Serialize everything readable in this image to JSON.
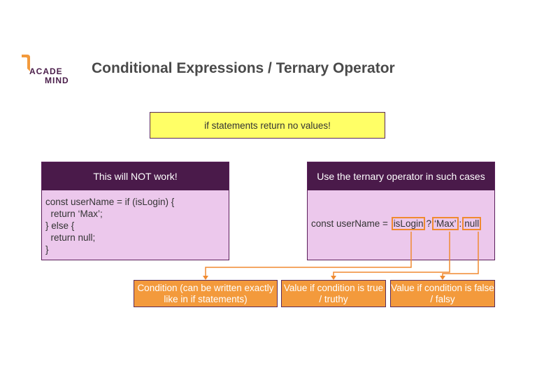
{
  "logo": {
    "line1": "ACADE",
    "line2": "MIND"
  },
  "title": "Conditional Expressions / Ternary Operator",
  "note": "if statements return no values!",
  "left_card": {
    "header": "This will NOT work!",
    "code": "const userName = if (isLogin) {\n  return ‘Max’;\n} else {\n  return null;\n}"
  },
  "right_card": {
    "header": "Use the ternary operator in such cases",
    "expr_prefix": "const userName = ",
    "condition": "isLogin",
    "q": "?",
    "true_value": "‘Max’",
    "colon": ":",
    "false_value": "null"
  },
  "labels": {
    "condition": "Condition (can be written exactly like in if statements)",
    "true_value": "Value if condition is true / truthy",
    "false_value": "Value if condition is false / falsy"
  },
  "colors": {
    "accent_orange": "#f39a3c",
    "header_purple": "#4a1a4a",
    "card_pink": "#ecc8ec",
    "note_yellow": "#ffff66"
  }
}
